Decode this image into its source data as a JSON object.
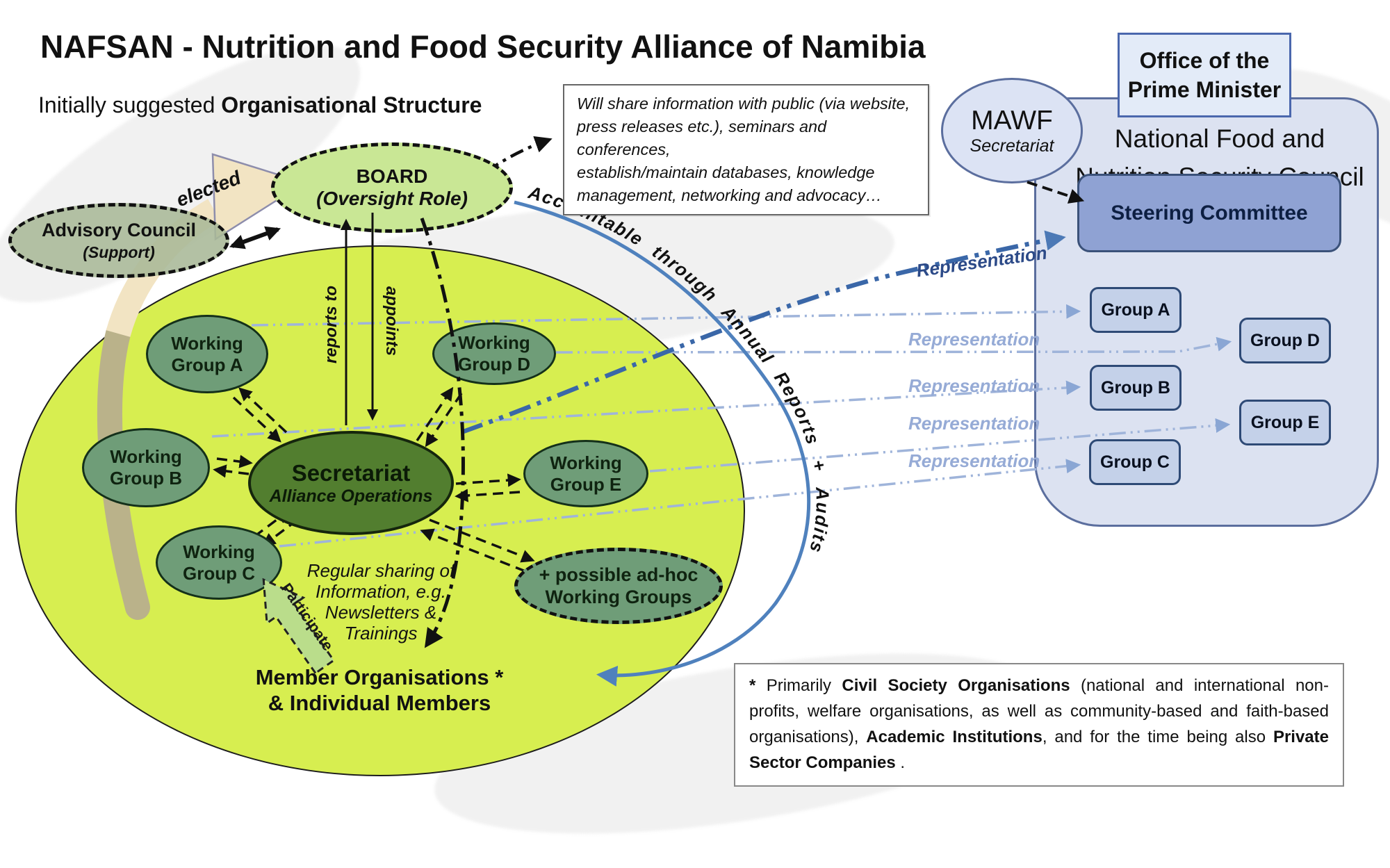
{
  "title": "NAFSAN - Nutrition and Food Security Alliance of Namibia",
  "subtitle_segments": [
    {
      "t": "Initially suggested ",
      "b": false
    },
    {
      "t": "Organisational Structure",
      "b": true
    }
  ],
  "info_box": {
    "text": "Will share information with public (via website,\npress releases etc.), seminars and conferences,\nestablish/maintain databases, knowledge\nmanagement, networking and advocacy…"
  },
  "footnote": {
    "segments": [
      {
        "t": "*",
        "b": true
      },
      {
        "t": "  Primarily ",
        "b": false
      },
      {
        "t": "Civil Society Organisations",
        "b": true
      },
      {
        "t": " (national and international non-profits, welfare organisations, as well as community-based and faith-based organisations), ",
        "b": false
      },
      {
        "t": "Academic Institutions",
        "b": true
      },
      {
        "t": ", and for the time being also ",
        "b": false
      },
      {
        "t": "Private Sector Companies",
        "b": true
      },
      {
        "t": " .",
        "b": false
      }
    ]
  },
  "alliance": {
    "advisory": {
      "name": "Advisory Council",
      "role": "(Support)"
    },
    "board": {
      "name": "BOARD",
      "role": "(Oversight Role)"
    },
    "secretariat": {
      "name": "Secretariat",
      "role": "Alliance Operations"
    },
    "working_groups": [
      "Working Group A",
      "Working Group B",
      "Working Group C",
      "Working Group D",
      "Working Group E"
    ],
    "adhoc": "+ possible ad-hoc\nWorking Groups",
    "members": "Member Organisations *\n& Individual Members",
    "sharing": "Regular sharing of\nInformation, e.g.\nNewsletters &\nTrainings",
    "labels": {
      "elected": "elected",
      "participate": "Participate",
      "reports_to": "reports to",
      "appoints": "appoints",
      "accountable": "Accountable through  Annual  Reports + Audits"
    }
  },
  "council": {
    "office": "Office of the\nPrime Minister",
    "mawf": {
      "name": "MAWF",
      "sub": "Secretariat"
    },
    "name": "National Food and\nNutrition Security Council",
    "steering": "Steering Committee",
    "groups": [
      "Group A",
      "Group B",
      "Group C",
      "Group D",
      "Group E"
    ],
    "representation": [
      "Representation",
      "Representation",
      "Representation",
      "Representation",
      "Representation"
    ]
  },
  "colors": {
    "alliance_green": "#d7ee50",
    "group_green": "#6f9d78",
    "secretariat_green": "#527e2f",
    "board_green": "#c9e795",
    "panel_blue": "#dce2f1",
    "steering_blue": "#8fa2d3",
    "accent_blue": "#4f81bd",
    "representation_dark": "#2c4a88",
    "representation_light": "#96abd6",
    "elected_tan": "#f2e4c3",
    "participate_green": "#badd8b"
  }
}
